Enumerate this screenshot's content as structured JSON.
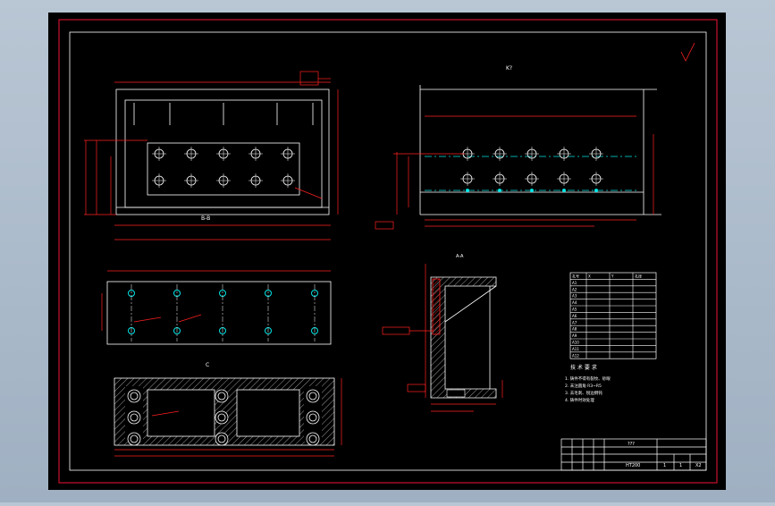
{
  "colors": {
    "background": "#000000",
    "outer_frame": "#c8102e",
    "lines": "#ffffff",
    "dimensions": "#ff2020",
    "centerlines": "#00e5e5",
    "hatch": "#ffffff"
  },
  "views": {
    "direction_label": "K?",
    "section_top_label": "B-B",
    "section_bottom_label": "C",
    "side_label": "A-A"
  },
  "title_block": {
    "part_name": "???",
    "material": "HT200",
    "scale": "1",
    "sheet": "1",
    "quantity": "X2"
  },
  "tech_requirements": {
    "heading": "技 术 要 求",
    "items": [
      "1. 铸件不得有裂纹、砂眼",
      "2. 未注圆角 R3~R5",
      "3. 去毛刺、锐边倒钝",
      "4. 铸件时效处理"
    ]
  },
  "hole_table": {
    "headers": [
      "孔号",
      "X",
      "Y",
      "孔径"
    ],
    "rows": [
      [
        "A1",
        "",
        "",
        ""
      ],
      [
        "A2",
        "",
        "",
        ""
      ],
      [
        "A3",
        "",
        "",
        ""
      ],
      [
        "A4",
        "",
        "",
        ""
      ],
      [
        "A5",
        "",
        "",
        ""
      ],
      [
        "A6",
        "",
        "",
        ""
      ],
      [
        "A7",
        "",
        "",
        ""
      ],
      [
        "A8",
        "",
        "",
        ""
      ],
      [
        "A9",
        "",
        "",
        ""
      ],
      [
        "A10",
        "",
        "",
        ""
      ],
      [
        "A11",
        "",
        "",
        ""
      ],
      [
        "A12",
        "",
        "",
        ""
      ]
    ]
  }
}
